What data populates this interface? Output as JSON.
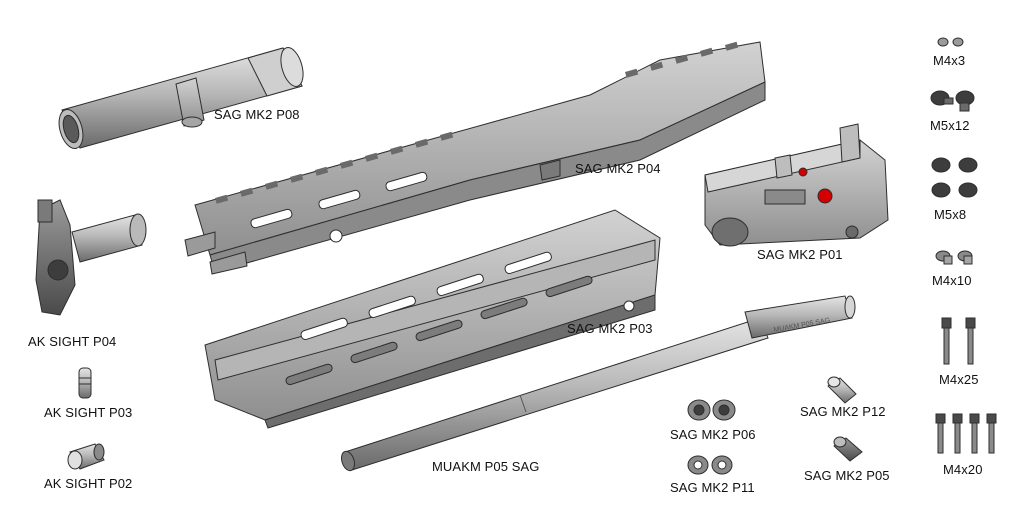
{
  "labels": {
    "p08": "SAG MK2 P08",
    "p04": "SAG MK2 P04",
    "p01": "SAG MK2 P01",
    "p03": "SAG MK2 P03",
    "p06": "SAG MK2 P06",
    "p11": "SAG MK2 P11",
    "p12": "SAG MK2 P12",
    "p05": "SAG MK2 P05",
    "barrel": "MUAKM P05 SAG",
    "barrel_marking": "MUAKM P05 SAG",
    "ak_p04": "AK SIGHT P04",
    "ak_p03": "AK SIGHT P03",
    "ak_p02": "AK SIGHT P02",
    "m4x3": "M4x3",
    "m5x12": "M5x12",
    "m5x8": "M5x8",
    "m4x10": "M4x10",
    "m4x25": "M4x25",
    "m4x20": "M4x20"
  },
  "colors": {
    "metal_light": "#c9c9c9",
    "metal_mid": "#9a9a9a",
    "metal_dark": "#5e5e5e",
    "outline": "#2e2e2e",
    "highlight_red": "#d40000"
  }
}
